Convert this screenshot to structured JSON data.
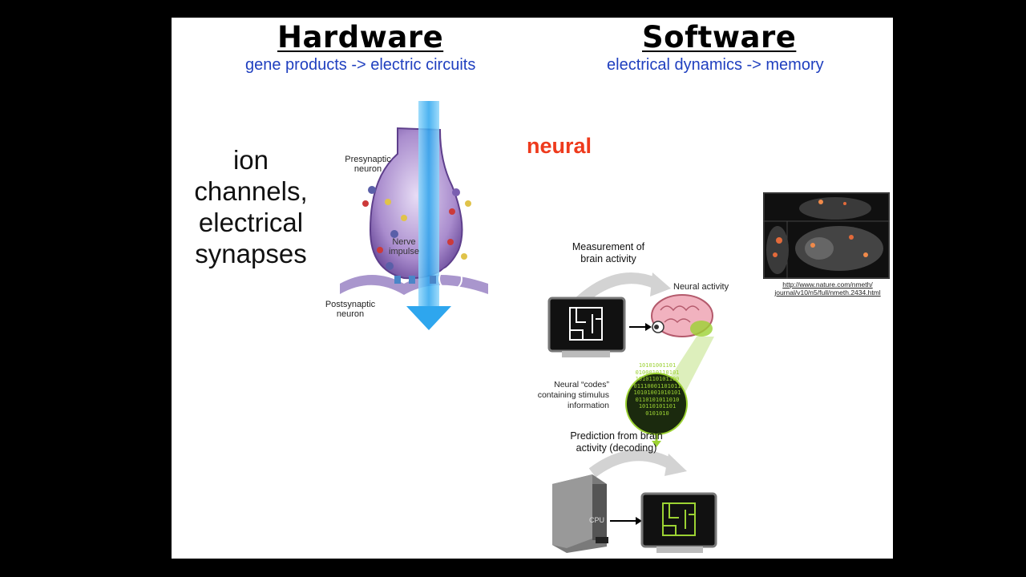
{
  "hardware": {
    "title": "Hardware",
    "subtitle": "gene products -> electric circuits",
    "body_lines": [
      "ion",
      "channels,",
      "electrical",
      "synapses"
    ],
    "diagram": {
      "presynaptic": [
        "Presynaptic",
        "neuron"
      ],
      "nerve_impulse": [
        "Nerve",
        "impulse"
      ],
      "postsynaptic": [
        "Postsynaptic",
        "neuron"
      ]
    }
  },
  "software": {
    "title": "Software",
    "subtitle": "electrical dynamics -> memory",
    "neural_word": "neural",
    "diagram": {
      "measurement": [
        "Measurement of",
        "brain activity"
      ],
      "neural_activity": "Neural activity",
      "codes": [
        "Neural “codes”",
        "containing stimulus",
        "information"
      ],
      "prediction": [
        "Prediction from brain",
        "activity (decoding)"
      ],
      "cpu_label": "CPU",
      "binary_rows": [
        "10101001101",
        "0100010110101",
        "1010110101100",
        "01110001101011",
        "10101001010101",
        "0110101011010",
        "10110101101",
        "0101010"
      ]
    },
    "reference_link": [
      "http://www.nature.com/nmeth/",
      "journal/v10/n5/full/nmeth.2434.html"
    ]
  },
  "colors": {
    "subtitle_blue": "#1f3fbf",
    "neural_red": "#ee3a1c",
    "impulse_blue": "#39aef0",
    "neuron_purple": "#8d6fb8",
    "code_green": "#9cd233"
  }
}
